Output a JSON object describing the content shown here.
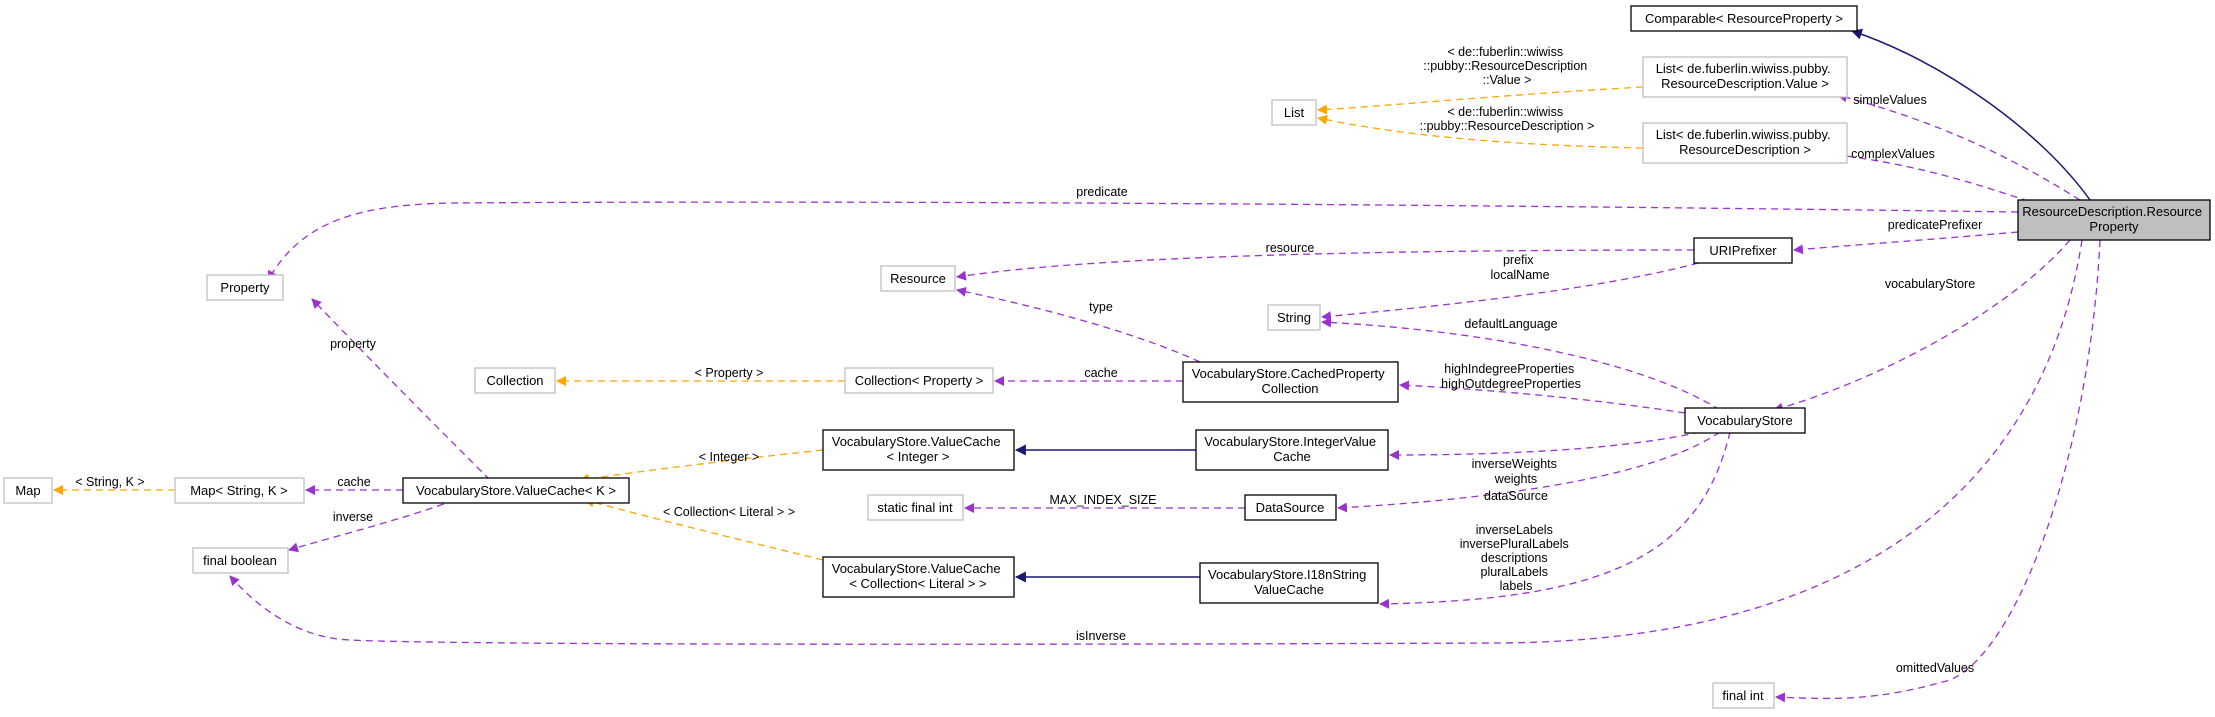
{
  "diagram": {
    "nodes": {
      "comparable": "Comparable< ResourceProperty >",
      "resource_property": [
        "ResourceDescription.Resource",
        "Property"
      ],
      "list_value": [
        "List< de.fuberlin.wiwiss.pubby.",
        "ResourceDescription.Value >"
      ],
      "list_rd": [
        "List< de.fuberlin.wiwiss.pubby.",
        "ResourceDescription >"
      ],
      "list": "List",
      "uriprefixer": "URIPrefixer",
      "property": "Property",
      "resource": "Resource",
      "string": "String",
      "collection": "Collection",
      "collection_property": "Collection< Property >",
      "cached_property_collection": [
        "VocabularyStore.CachedProperty",
        "Collection"
      ],
      "vocabulary_store": "VocabularyStore",
      "map": "Map",
      "map_string_k": "Map< String, K >",
      "value_cache_k": "VocabularyStore.ValueCache< K >",
      "value_cache_integer": [
        "VocabularyStore.ValueCache",
        "< Integer >"
      ],
      "integer_value_cache": [
        "VocabularyStore.IntegerValue",
        "Cache"
      ],
      "static_final_int": "static final int",
      "data_source": "DataSource",
      "final_boolean": "final boolean",
      "value_cache_collection": [
        "VocabularyStore.ValueCache",
        "< Collection< Literal > >"
      ],
      "i18n_string_value_cache": [
        "VocabularyStore.I18nString",
        "ValueCache"
      ],
      "final_int": "final int"
    },
    "edge_labels": {
      "list_value_tmpl": [
        "< de::fuberlin::wiwiss",
        "::pubby::ResourceDescription",
        "::Value >"
      ],
      "list_rd_tmpl": [
        "< de::fuberlin::wiwiss",
        "::pubby::ResourceDescription >"
      ],
      "simple_values": "simpleValues",
      "complex_values": "complexValues",
      "predicate": "predicate",
      "predicate_prefixer": "predicatePrefixer",
      "resource": "resource",
      "prefix_localname": [
        "prefix",
        "localName"
      ],
      "vocabulary_store": "vocabularyStore",
      "type": "type",
      "default_language": "defaultLanguage",
      "property": "property",
      "collection_tmpl": "< Property >",
      "cache_cpc": "cache",
      "in_out_degree": [
        "highIndegreeProperties",
        "highOutdegreeProperties"
      ],
      "weights": [
        "inverseWeights",
        "weights"
      ],
      "data_source": "dataSource",
      "map_tmpl": "< String, K >",
      "cache_map": "cache",
      "integer_tmpl": "< Integer >",
      "max_index_size": "MAX_INDEX_SIZE",
      "inverse": "inverse",
      "collection_literal_tmpl": "< Collection< Literal > >",
      "labels": [
        "inverseLabels",
        "inversePluralLabels",
        "descriptions",
        "pluralLabels",
        "labels"
      ],
      "is_inverse": "isInverse",
      "omitted_values": "omittedValues"
    }
  }
}
